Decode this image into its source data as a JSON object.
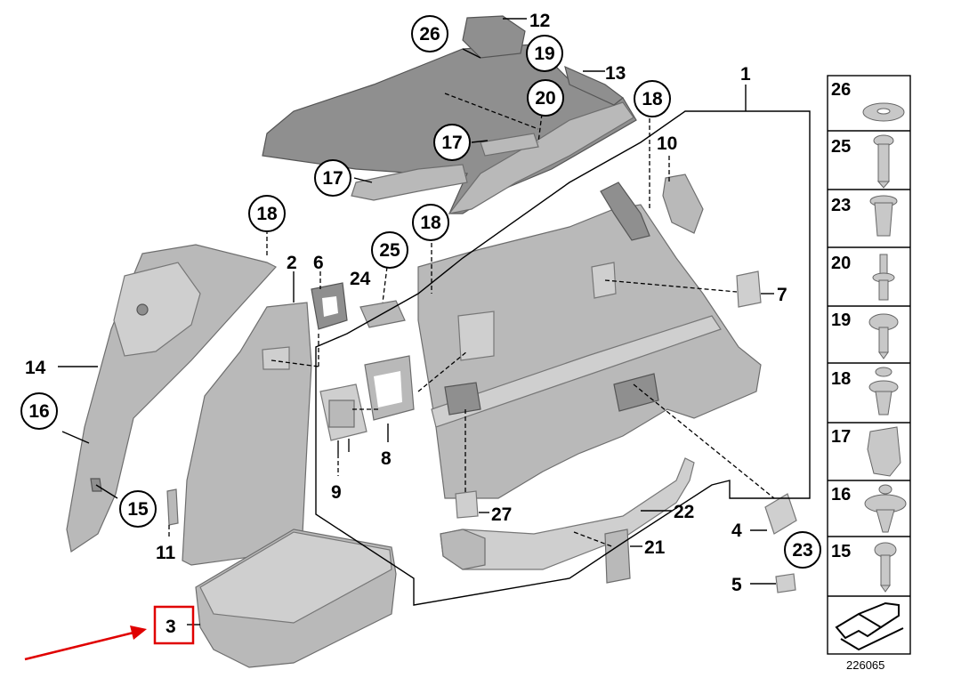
{
  "diagram_id": "226065",
  "callouts": {
    "c1": "1",
    "c2": "2",
    "c3": "3",
    "c4": "4",
    "c5": "5",
    "c6": "6",
    "c7": "7",
    "c8": "8",
    "c9": "9",
    "c10": "10",
    "c11": "11",
    "c12": "12",
    "c13": "13",
    "c14": "14",
    "c16": "16",
    "c17a": "17",
    "c17b": "17",
    "c18a": "18",
    "c18b": "18",
    "c18c": "18",
    "c19": "19",
    "c20": "20",
    "c21": "21",
    "c22": "22",
    "c23": "23",
    "c24": "24",
    "c25": "25",
    "c26": "26",
    "c27": "27",
    "c15": "15"
  },
  "legend": [
    "26",
    "25",
    "23",
    "20",
    "19",
    "18",
    "17",
    "16",
    "15"
  ],
  "highlight": {
    "target": "3",
    "box_color": "#e00000",
    "arrow_color": "#e00000"
  }
}
